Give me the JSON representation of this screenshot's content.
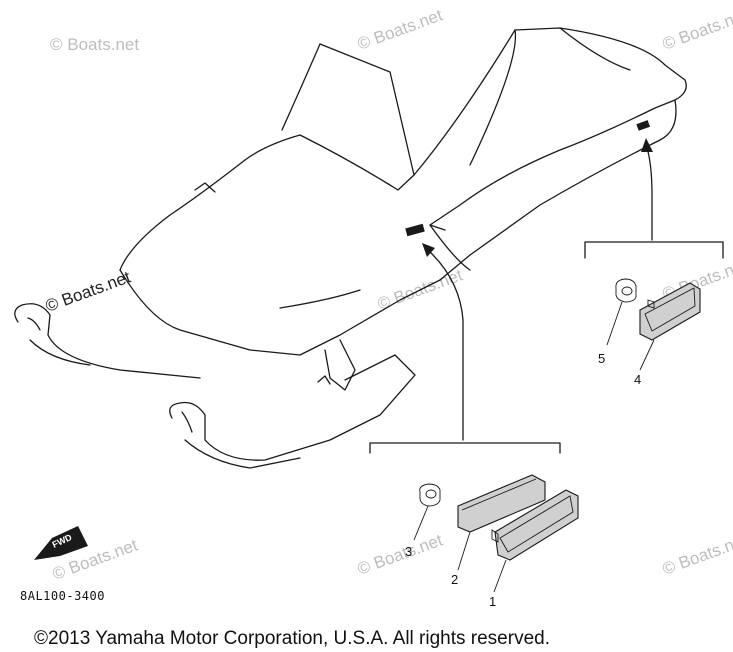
{
  "watermarks": [
    "© Boats.net",
    "© Boats.net",
    "© Boats.net",
    "© Boats.net",
    "© Boats.net",
    "© Boats.net",
    "© Boats.net",
    "© Boats.net",
    "© Boats.net"
  ],
  "callouts": {
    "p1": "1",
    "p2": "2",
    "p3": "3",
    "p4": "4",
    "p5": "5"
  },
  "fwd_label": "FWD",
  "diagram_code": "8AL100-3400",
  "copyright": "©2013 Yamaha Motor Corporation, U.S.A. All rights reserved."
}
